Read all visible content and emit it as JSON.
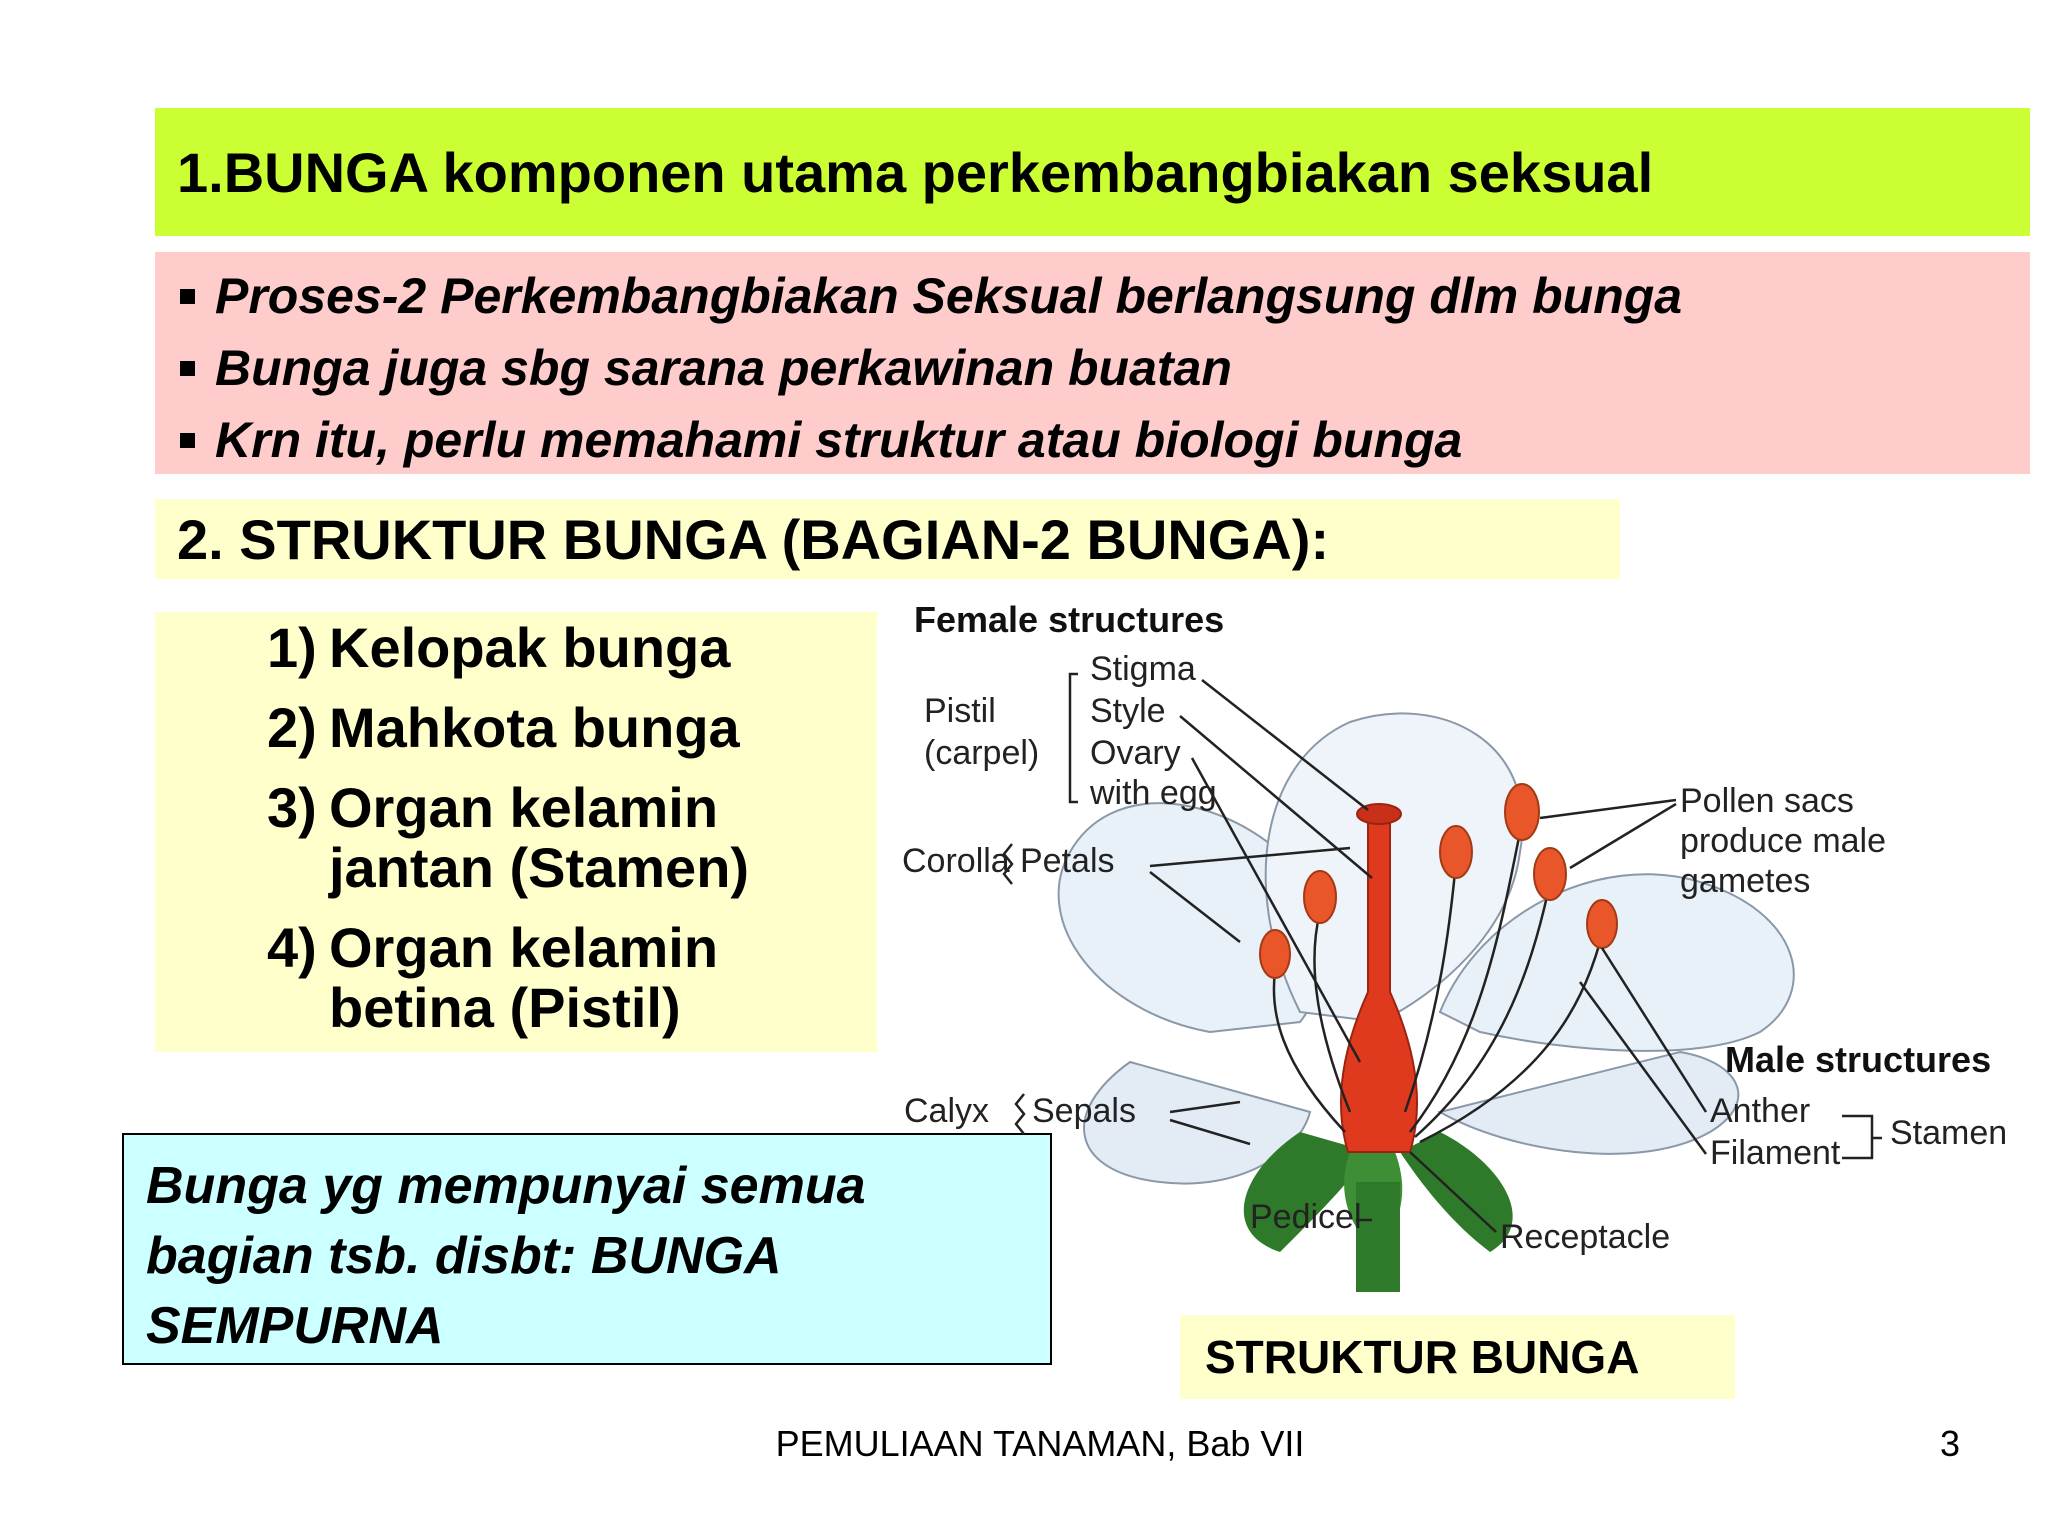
{
  "title": "1.BUNGA komponen utama perkembangbiakan seksual",
  "bullets": [
    "Proses-2 Perkembangbiakan Seksual berlangsung dlm bunga",
    "Bunga juga sbg sarana perkawinan buatan",
    "Krn itu, perlu memahami struktur atau biologi bunga"
  ],
  "section2_title": "2. STRUKTUR BUNGA (BAGIAN-2 BUNGA):",
  "parts": [
    {
      "num": "1)",
      "line1": "Kelopak bunga",
      "line2": ""
    },
    {
      "num": "2)",
      "line1": "Mahkota bunga",
      "line2": ""
    },
    {
      "num": "3)",
      "line1": "Organ kelamin",
      "line2": "jantan (Stamen)"
    },
    {
      "num": "4)",
      "line1": "Organ kelamin",
      "line2": "betina (Pistil)"
    }
  ],
  "note": {
    "line1": "Bunga yg mempunyai semua",
    "line2": "bagian tsb. disbt: BUNGA",
    "line3": "SEMPURNA"
  },
  "caption": "STRUKTUR BUNGA",
  "footer": "PEMULIAAN TANAMAN, Bab VII",
  "page_number": "3",
  "diagram": {
    "female_header": "Female structures",
    "stigma": "Stigma",
    "style": "Style",
    "ovary": "Ovary",
    "with_egg": "with egg",
    "pistil": "Pistil",
    "carpel": "(carpel)",
    "corolla": "Corolla",
    "petals": "Petals",
    "pollen_1": "Pollen sacs",
    "pollen_2": "produce male",
    "pollen_3": "gametes",
    "calyx": "Calyx",
    "sepals": "Sepals",
    "male_header": "Male structures",
    "anther": "Anther",
    "filament": "Filament",
    "stamen": "Stamen",
    "pedicel": "Pedicel",
    "receptacle": "Receptacle"
  },
  "colors": {
    "title_bg": "#ccff33",
    "bullets_bg": "#ffcccc",
    "section_bg": "#ffffcc",
    "note_bg": "#ccffff",
    "pistil": "#e03a1e",
    "anther": "#e8562a",
    "leaf": "#2f7a2a"
  }
}
